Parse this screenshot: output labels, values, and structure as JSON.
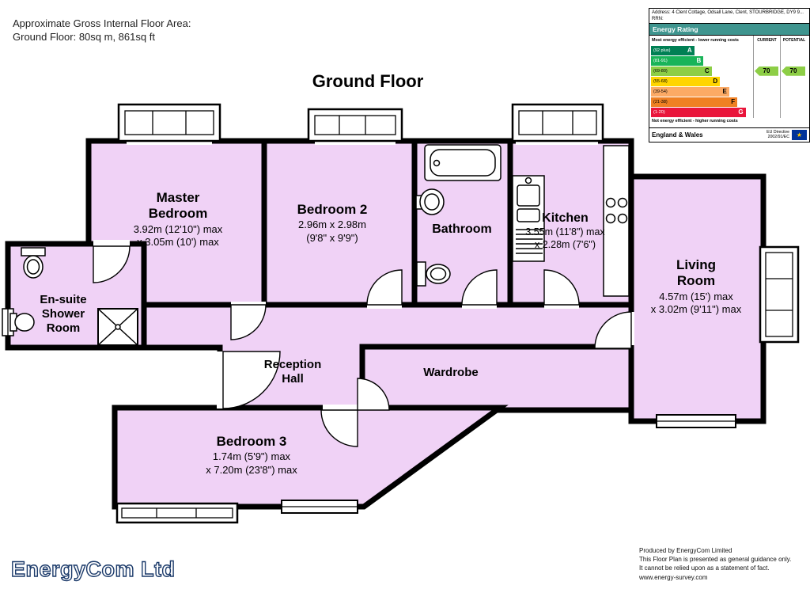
{
  "header": {
    "area_line1": "Approximate Gross Internal Floor Area:",
    "area_line2": "Ground Floor: 80sq m, 861sq ft",
    "floor_title": "Ground Floor"
  },
  "plan": {
    "room_fill": "#f0d2f6",
    "wall_color": "#000000",
    "rooms": {
      "master": {
        "name": "Master\nBedroom",
        "dims": "3.92m (12'10\") max\nx 3.05m (10') max"
      },
      "bedroom2": {
        "name": "Bedroom 2",
        "dims": "2.96m x 2.98m\n(9'8\" x 9'9\")"
      },
      "bathroom": {
        "name": "Bathroom",
        "dims": ""
      },
      "kitchen": {
        "name": "Kitchen",
        "dims": "3.55m (11'8\") max\nx 2.28m (7'6\")"
      },
      "living": {
        "name": "Living\nRoom",
        "dims": "4.57m (15') max\nx 3.02m (9'11\") max"
      },
      "ensuite": {
        "name": "En-suite\nShower\nRoom",
        "dims": ""
      },
      "hall": {
        "name": "Reception\nHall",
        "dims": ""
      },
      "wardrobe": {
        "name": "Wardrobe",
        "dims": ""
      },
      "bedroom3": {
        "name": "Bedroom 3",
        "dims": "1.74m (5'9\") max\nx 7.20m (23'8\") max"
      }
    }
  },
  "epc": {
    "address_line": "Address: 4 Clent Cottage, Odsall Lane, Clent, STOURBRIDGE, DY9 9...",
    "rrn_label": "RRN:",
    "title": "Energy Rating",
    "title_bg": "#3f958f",
    "top_note": "Most energy efficient - lower running costs",
    "bottom_note": "Not energy efficient - higher running costs",
    "col_current": "CURRENT",
    "col_potential": "POTENTIAL",
    "current_value": "70",
    "potential_value": "70",
    "current_band_index": 2,
    "potential_band_index": 2,
    "arrow_color": "#8dce46",
    "bands": [
      {
        "letter": "A",
        "range": "(92 plus)",
        "color": "#008054",
        "text_color": "#ffffff",
        "width_pct": "42%"
      },
      {
        "letter": "B",
        "range": "(81-91)",
        "color": "#19b459",
        "text_color": "#ffffff",
        "width_pct": "51%"
      },
      {
        "letter": "C",
        "range": "(69-80)",
        "color": "#8dce46",
        "text_color": "#000000",
        "width_pct": "59%"
      },
      {
        "letter": "D",
        "range": "(55-68)",
        "color": "#ffd500",
        "text_color": "#000000",
        "width_pct": "67%"
      },
      {
        "letter": "E",
        "range": "(39-54)",
        "color": "#fcaa65",
        "text_color": "#000000",
        "width_pct": "76%"
      },
      {
        "letter": "F",
        "range": "(21-38)",
        "color": "#ef8023",
        "text_color": "#000000",
        "width_pct": "84%"
      },
      {
        "letter": "G",
        "range": "(1-20)",
        "color": "#e9153b",
        "text_color": "#ffffff",
        "width_pct": "92%"
      }
    ],
    "footer_left": "England & Wales",
    "footer_right": "EU Directive\n2002/91/EC"
  },
  "footer": {
    "logo_text": "EnergyCom Ltd",
    "logo_color": "#1b3a6a",
    "note_line1": "Produced by EnergyCom Limited",
    "note_line2": "This Floor Plan is presented as general guidance only.",
    "note_line3": "It cannot be relied upon as a statement of fact.",
    "note_line4": "www.energy-survey.com"
  }
}
